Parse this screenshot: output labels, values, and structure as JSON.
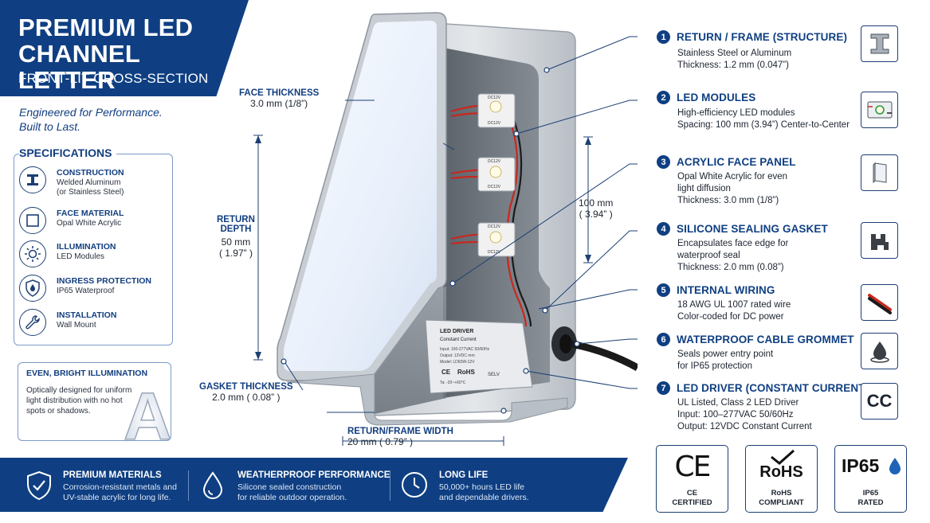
{
  "header": {
    "title": "PREMIUM LED CHANNEL LETTER",
    "subtitle": "FRONT-LIT CROSS-SECTION",
    "tagline_1": "Engineered for Performance.",
    "tagline_2": "Built to Last."
  },
  "specifications": {
    "title": "SPECIFICATIONS",
    "items": [
      {
        "icon": "i-beam-icon",
        "label": "CONSTRUCTION",
        "value": "Welded Aluminum\n(or Stainless Steel)"
      },
      {
        "icon": "square-panel-icon",
        "label": "FACE MATERIAL",
        "value": "Opal White Acrylic"
      },
      {
        "icon": "sun-icon",
        "label": "ILLUMINATION",
        "value": "LED Modules"
      },
      {
        "icon": "shield-drop-icon",
        "label": "INGRESS PROTECTION",
        "value": "IP65 Waterproof"
      },
      {
        "icon": "wrench-icon",
        "label": "INSTALLATION",
        "value": "Wall Mount"
      }
    ]
  },
  "illumination_box": {
    "title": "EVEN, BRIGHT ILLUMINATION",
    "text": "Optically designed for uniform light distribution with no hot spots or shadows.",
    "letter": "A"
  },
  "dimensions": {
    "face_thickness": {
      "label": "FACE THICKNESS",
      "value": "3.0 mm (1/8”)"
    },
    "return_depth": {
      "label_1": "RETURN",
      "label_2": "DEPTH",
      "value_1": "50 mm",
      "value_2": "( 1.97” )"
    },
    "gasket_thickness": {
      "label": "GASKET THICKNESS",
      "value": "2.0 mm ( 0.08” )"
    },
    "return_width": {
      "label": "RETURN/FRAME WIDTH",
      "value": "20 mm ( 0.79” )"
    },
    "spacing": {
      "value_1": "100 mm",
      "value_2": "( 3.94” )"
    }
  },
  "diagram": {
    "led_label_top": "DC12V",
    "led_label_bottom": "DC12V",
    "driver_title": "LED DRIVER",
    "driver_subtitle": "Constant Current",
    "driver_input": "Input: 100-277VAC 50/60Hz",
    "driver_output": "Output: 12VDC mm",
    "driver_model": "Model: LD60W-12V",
    "driver_ta": "Ta: -20~+60°C",
    "driver_selv": "SELV"
  },
  "callouts": [
    {
      "num": "1",
      "title": "RETURN / FRAME (STRUCTURE)",
      "text": "Stainless Steel or Aluminum\nThickness: 1.2 mm (0.047”)",
      "icon": "i-beam-icon"
    },
    {
      "num": "2",
      "title": "LED MODULES",
      "text": "High-efficiency LED modules\nSpacing: 100 mm (3.94”) Center-to-Center",
      "icon": "led-module-icon"
    },
    {
      "num": "3",
      "title": "ACRYLIC FACE PANEL",
      "text": "Opal White Acrylic for even\nlight diffusion\nThickness:  3.0 mm (1/8”)",
      "icon": "acrylic-panel-icon"
    },
    {
      "num": "4",
      "title": "SILICONE SEALING GASKET",
      "text": "Encapsulates face edge for\nwaterproof seal\nThickness: 2.0 mm (0.08”)",
      "icon": "gasket-profile-icon"
    },
    {
      "num": "5",
      "title": "INTERNAL WIRING",
      "text": "18 AWG UL 1007 rated wire\nColor-coded for DC power",
      "icon": "wire-icon"
    },
    {
      "num": "6",
      "title": "WATERPROOF CABLE GROMMET",
      "text": "Seals power entry point\nfor IP65 protection",
      "icon": "water-drop-icon"
    },
    {
      "num": "7",
      "title": "LED DRIVER (CONSTANT CURRENT)",
      "text": "UL Listed, Class 2 LED Driver\nInput: 100–277VAC  50/60Hz\nOutput: 12VDC Constant Current",
      "icon": "cc-icon",
      "icon_text": "CC"
    }
  ],
  "certifications": [
    {
      "mark": "CE",
      "label_1": "CE",
      "label_2": "CERTIFIED"
    },
    {
      "mark": "RoHS",
      "label_1": "RoHS",
      "label_2": "COMPLIANT"
    },
    {
      "mark": "IP65",
      "label_1": "IP65",
      "label_2": "RATED"
    }
  ],
  "footer": [
    {
      "icon": "shield-check-icon",
      "title": "PREMIUM MATERIALS",
      "text_1": "Corrosion-resistant metals and",
      "text_2": "UV-stable acrylic for long life."
    },
    {
      "icon": "water-drop-icon",
      "title": "WEATHERPROOF PERFORMANCE",
      "text_1": "Silicone sealed construction",
      "text_2": "for reliable outdoor operation."
    },
    {
      "icon": "clock-icon",
      "title": "LONG LIFE",
      "text_1": "50,000+ hours LED life",
      "text_2": "and dependable drivers."
    }
  ],
  "colors": {
    "brand": "#0f3f82",
    "accent": "#123e80",
    "face_glow": "#eef4ff",
    "wire_red": "#c8281e"
  }
}
